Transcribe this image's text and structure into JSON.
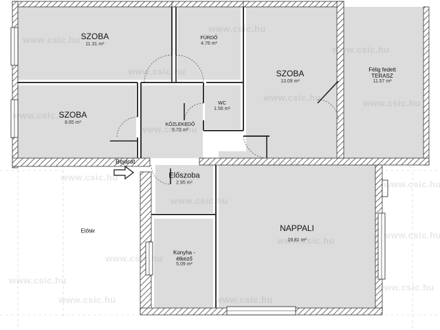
{
  "colors": {
    "room_fill": "#dcdcdc",
    "wall": "#333333",
    "background": "#ffffff"
  },
  "rooms": [
    {
      "id": "szoba-1",
      "name": "SZOBA",
      "area": "11.31 m²"
    },
    {
      "id": "furdo",
      "name": "FÜRDŐ",
      "area": "4.76 m²"
    },
    {
      "id": "szoba-2",
      "name": "SZOBA",
      "area": "13.09 m²"
    },
    {
      "id": "terasz",
      "name_line1": "Félig fedett",
      "name_line2": "TERASZ",
      "area": "11.57 m²"
    },
    {
      "id": "szoba-3",
      "name": "SZOBA",
      "area": "8.65 m²"
    },
    {
      "id": "wc",
      "name": "WC",
      "area": "1.56 m²"
    },
    {
      "id": "kozlekedo",
      "name": "KÖZLEKEDŐ",
      "area": "5.73 m²"
    },
    {
      "id": "eloszoba",
      "name": "Előszoba",
      "area": "2.95 m²"
    },
    {
      "id": "nappali",
      "name": "NAPPALI",
      "area": "19.81 m²"
    },
    {
      "id": "konyha",
      "name_line1": "Konyha -",
      "name_line2": "étkező",
      "area": "5.09 m²"
    },
    {
      "id": "eloter",
      "name": "Előtér"
    }
  ],
  "entrance": {
    "label": "Bejárat",
    "icon": "arrow-right-icon"
  },
  "watermark": "www.csic.hu"
}
